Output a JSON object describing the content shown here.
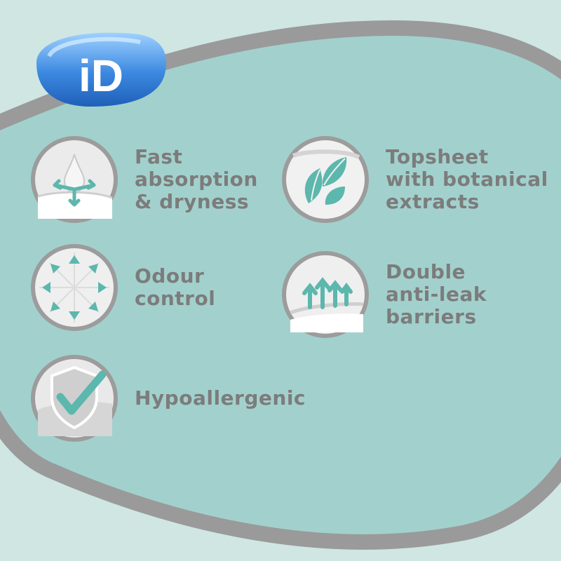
{
  "brand": {
    "logo_text": "iD"
  },
  "colors": {
    "page_bg": "#cfe6e3",
    "blob_teal": "#a2d1cd",
    "blob_border": "#9a9a9a",
    "accent": "#5cb7ad",
    "text": "#7c7c7c",
    "logo_blue": "#2f79d3"
  },
  "features": [
    {
      "icon": "water-drop-icon",
      "lines": [
        "Fast",
        "absorption",
        "& dryness"
      ]
    },
    {
      "icon": "leaves-icon",
      "lines": [
        "Topsheet",
        "with botanical",
        "extracts"
      ]
    },
    {
      "icon": "radiating-arrows-icon",
      "lines": [
        "Odour",
        "control"
      ]
    },
    {
      "icon": "upward-arrows-icon",
      "lines": [
        "Double",
        "anti-leak",
        "barriers"
      ]
    },
    {
      "icon": "shield-check-icon",
      "lines": [
        "Hypoallergenic"
      ]
    }
  ]
}
